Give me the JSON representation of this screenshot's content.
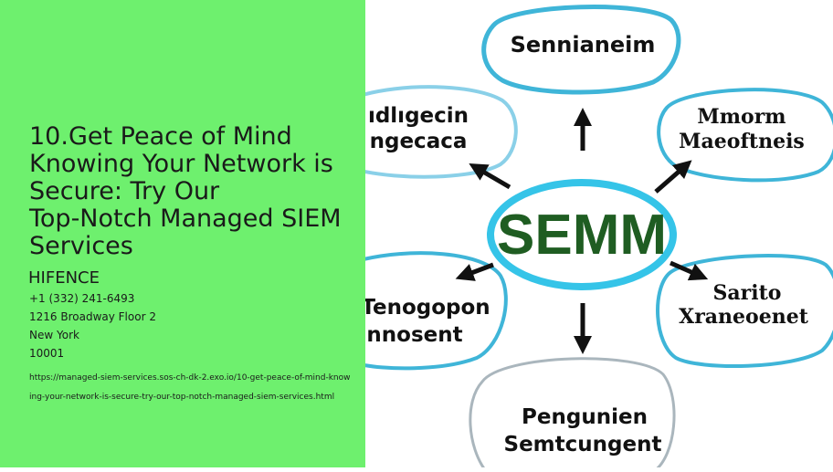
{
  "article": {
    "title_lines": [
      "10.Get Peace of Mind",
      "Knowing Your Network is",
      "Secure: Try Our",
      "Top-Notch Managed SIEM",
      "Services"
    ]
  },
  "company": {
    "name": "HIFENCE",
    "phone": "+1 (332) 241-6493",
    "address": "1216 Broadway Floor 2",
    "city": "New York",
    "zip": "10001",
    "url": "https://managed-siem-services.sos-ch-dk-2.exo.io/10-get-peace-of-mind-knowing-your-network-is-secure-try-our-top-notch-managed-siem-services.html"
  },
  "diagram": {
    "center": "SEMM",
    "nodes": {
      "top": [
        "Sennianeim"
      ],
      "left_upper": [
        "ıdlıgecin",
        "ngecaca"
      ],
      "right_upper": [
        "Mmorm",
        "Maeoftneis"
      ],
      "left_lower": [
        "Tenogopon",
        "nnosent"
      ],
      "right_lower": [
        "Sarito",
        "Xraneoenet"
      ],
      "bottom": [
        "Pengunien",
        "Semtcungent"
      ]
    }
  },
  "colors": {
    "left_panel": "#6ef06e",
    "center_text": "#1f5d22",
    "node_outline": "#3fb5d8",
    "text": "#1a1a1a"
  }
}
